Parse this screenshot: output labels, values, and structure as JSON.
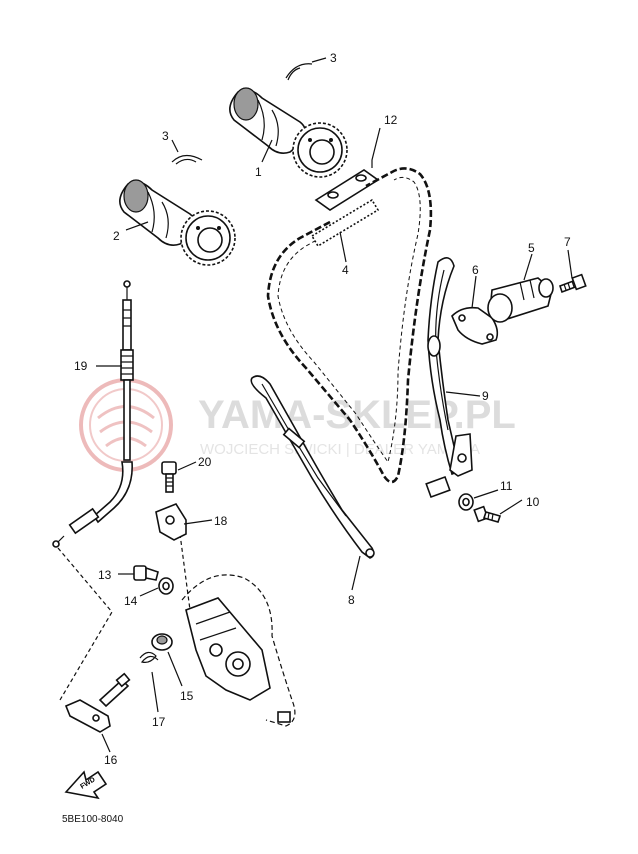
{
  "diagram": {
    "drawing_code": "5BE100-8040",
    "fwd_label": "FWD",
    "callouts": {
      "p1": "1",
      "p2": "2",
      "p3a": "3",
      "p3b": "3",
      "p4": "4",
      "p5": "5",
      "p6": "6",
      "p7": "7",
      "p8": "8",
      "p9": "9",
      "p10": "10",
      "p11": "11",
      "p12": "12",
      "p13": "13",
      "p14": "14",
      "p15": "15",
      "p16": "16",
      "p17": "17",
      "p18": "18",
      "p19": "19",
      "p20": "20"
    }
  },
  "watermark": {
    "title": "YAMA-SKLEP.PL",
    "subtitle": "WOJCIECH SIWICKI | DEALER YAMAHA"
  },
  "colors": {
    "line": "#111111",
    "background": "#ffffff",
    "watermark": "#d9d9d9",
    "logo_red": "#e8a9a9"
  }
}
